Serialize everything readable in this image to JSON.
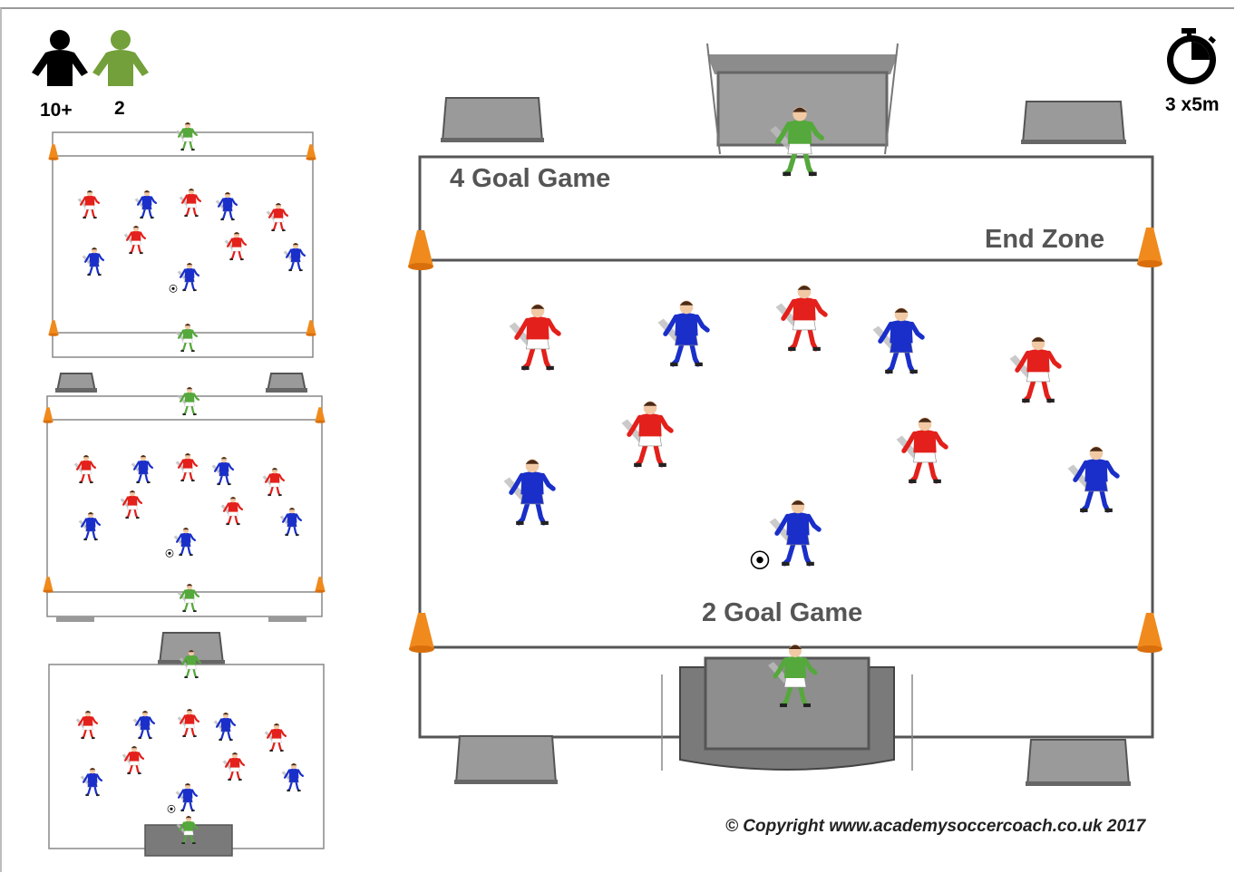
{
  "header": {
    "players_count": "10+",
    "keepers_count": "2",
    "timer": "3 x5m",
    "player_icon": "person-icon",
    "keeper_icon": "person-icon",
    "timer_icon": "stopwatch-icon"
  },
  "main_pitch": {
    "label_top": "4 Goal Game",
    "label_end_zone": "End Zone",
    "label_bottom": "2 Goal Game"
  },
  "copyright": "© Copyright www.academysoccercoach.co.uk 2017",
  "colors": {
    "team_red": "#e3201b",
    "team_blue": "#1a2fc9",
    "keeper": "#55a83b",
    "cone": "#f08a1c",
    "goal": "#8a8a8a",
    "line": "#555555"
  }
}
